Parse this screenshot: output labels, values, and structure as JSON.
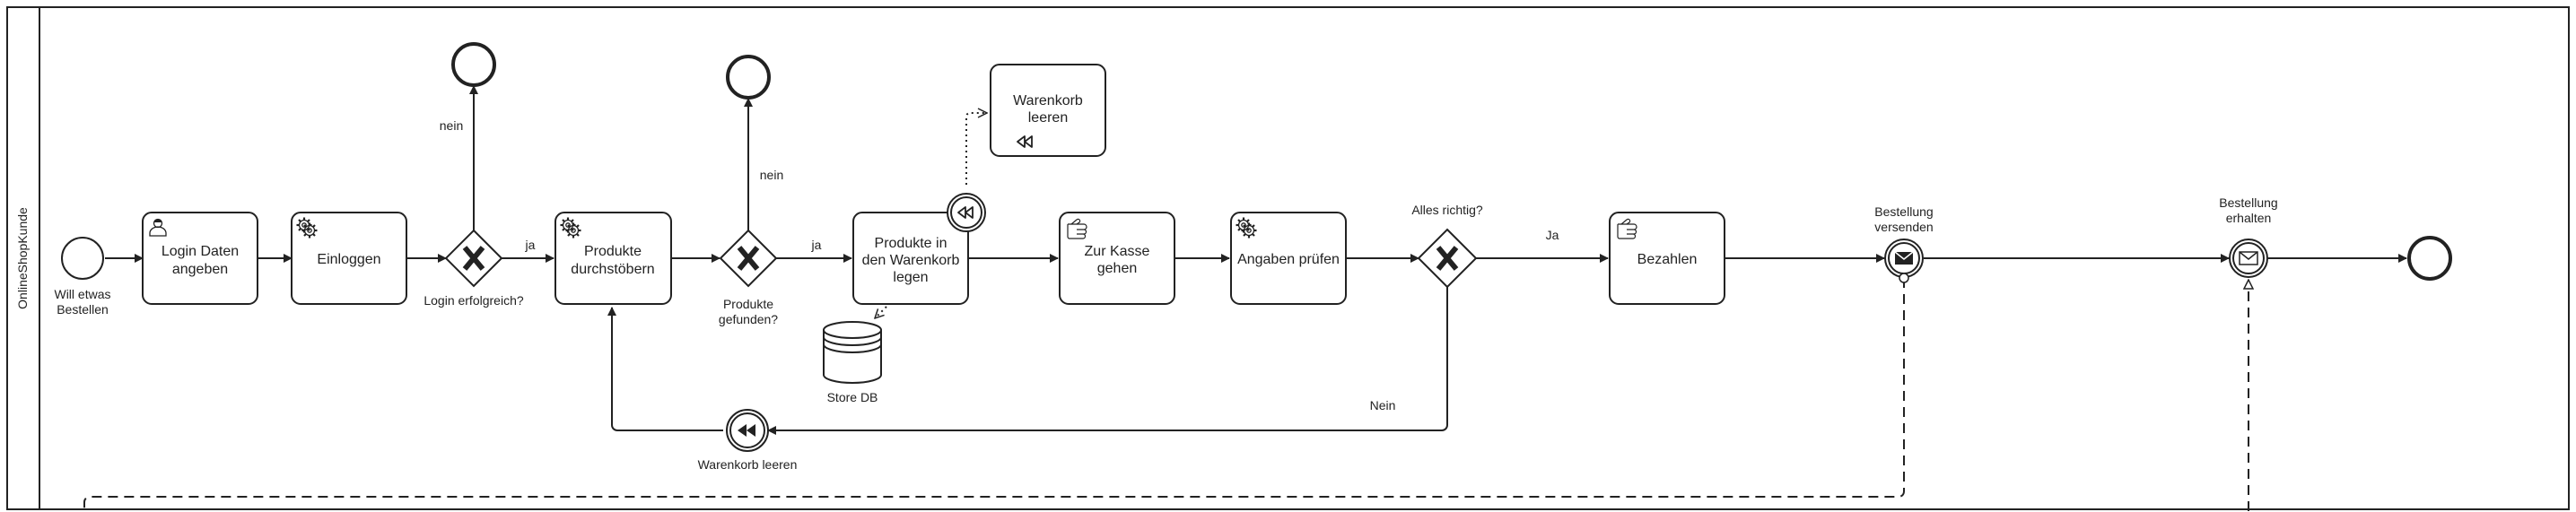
{
  "pool": {
    "label": "OnlineShopKunde"
  },
  "start_event": {
    "label": "Will etwas Bestellen",
    "lines": [
      "Will etwas",
      "Bestellen"
    ]
  },
  "tasks": {
    "login_data": {
      "lines": [
        "Login Daten",
        "angeben"
      ],
      "type": "user"
    },
    "einloggen": {
      "lines": [
        "Einloggen"
      ],
      "type": "service"
    },
    "produkte_durchstoebern": {
      "lines": [
        "Produkte",
        "durchstöbern"
      ],
      "type": "service"
    },
    "in_warenkorb": {
      "lines": [
        "Produkte in",
        "den Warenkorb",
        "legen"
      ],
      "type": "task"
    },
    "warenkorb_leeren_comp": {
      "lines": [
        "Warenkorb",
        "leeren"
      ],
      "type": "compensation"
    },
    "zur_kasse": {
      "lines": [
        "Zur Kasse",
        "gehen"
      ],
      "type": "manual"
    },
    "angaben_pruefen": {
      "lines": [
        "Angaben prüfen"
      ],
      "type": "service"
    },
    "bezahlen": {
      "lines": [
        "Bezahlen"
      ],
      "type": "manual"
    }
  },
  "gateways": {
    "login": {
      "label": "Login erfolgreich?",
      "yes": "ja",
      "no": "nein"
    },
    "produkte": {
      "lines": [
        "Produkte",
        "gefunden?"
      ],
      "yes": "ja",
      "no": "nein"
    },
    "richtig": {
      "label": "Alles richtig?",
      "yes": "Ja",
      "no": "Nein"
    }
  },
  "data_store": {
    "label": "Store DB"
  },
  "events": {
    "warenkorb_leeren": {
      "label": "Warenkorb leeren"
    },
    "bestellung_versenden": {
      "lines": [
        "Bestellung",
        "versenden"
      ]
    },
    "bestellung_erhalten": {
      "lines": [
        "Bestellung",
        "erhalten"
      ]
    }
  },
  "colors": {
    "stroke": "#222222",
    "background": "#ffffff"
  }
}
